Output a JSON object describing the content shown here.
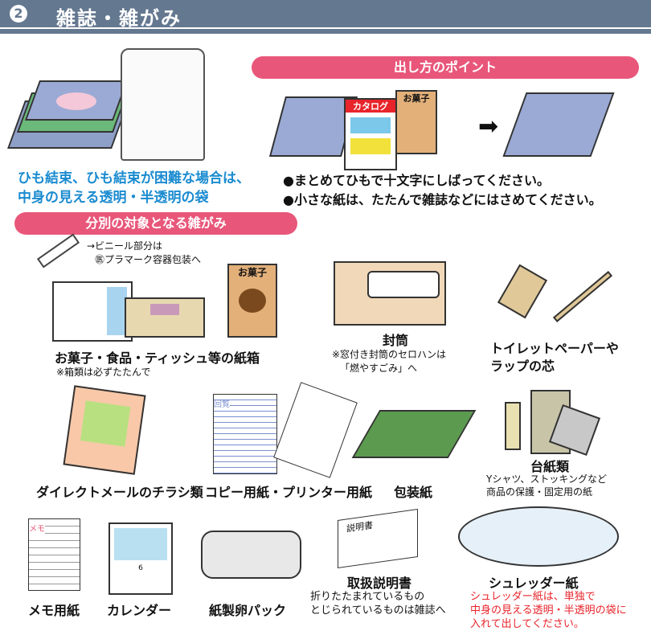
{
  "header": {
    "number": "2",
    "title": "雑誌・雑がみ"
  },
  "how_to": {
    "title": "出し方のポイント",
    "bullets": [
      "●まとめてひもで十文字にしばってください。",
      "●小さな紙は、たたんで雑誌などにはさめてください。"
    ],
    "catalog_label": "カタログ",
    "snack_label": "お菓子"
  },
  "bundle_note": [
    "ひも結束、ひも結束が困難な場合は、",
    "中身の見える透明・半透明の袋"
  ],
  "targets": {
    "title": "分別の対象となる雑がみ",
    "vinyl_note": [
      "→ビニール部分は",
      "㊩プラマーク容器包装へ"
    ],
    "items": [
      {
        "label": "お菓子・食品・ティッシュ等の紙箱",
        "note": [
          "※箱類は必ずたたんで"
        ]
      },
      {
        "label": "封筒",
        "note": [
          "※窓付き封筒のセロハンは",
          "「燃やすごみ」へ"
        ]
      },
      {
        "label": "トイレットペーパーや",
        "label2": "ラップの芯"
      },
      {
        "label": "ダイレクトメールのチラシ類"
      },
      {
        "label": "コピー用紙・プリンター用紙",
        "doc_tag": "回覧"
      },
      {
        "label": "包装紙"
      },
      {
        "label": "台紙類",
        "note": [
          "Yシャツ、ストッキングなど",
          "商品の保護・固定用の紙"
        ]
      },
      {
        "label": "メモ用紙",
        "doc_tag": "メモ"
      },
      {
        "label": "カレンダー",
        "month": "6"
      },
      {
        "label": "紙製卵パック"
      },
      {
        "label": "取扱説明書",
        "doc_tag": "説明書",
        "note": [
          "折りたたまれているもの",
          "とじられているものは雑誌へ"
        ]
      },
      {
        "label": "シュレッダー紙",
        "note": [
          "シュレッダー紙は、単独で",
          "中身の見える透明・半透明の袋に",
          "入れて出してください。"
        ]
      }
    ]
  },
  "colors": {
    "header": "#647890",
    "pill": "#e8577a",
    "blue": "#1a8bd0",
    "red": "#e8242b"
  }
}
